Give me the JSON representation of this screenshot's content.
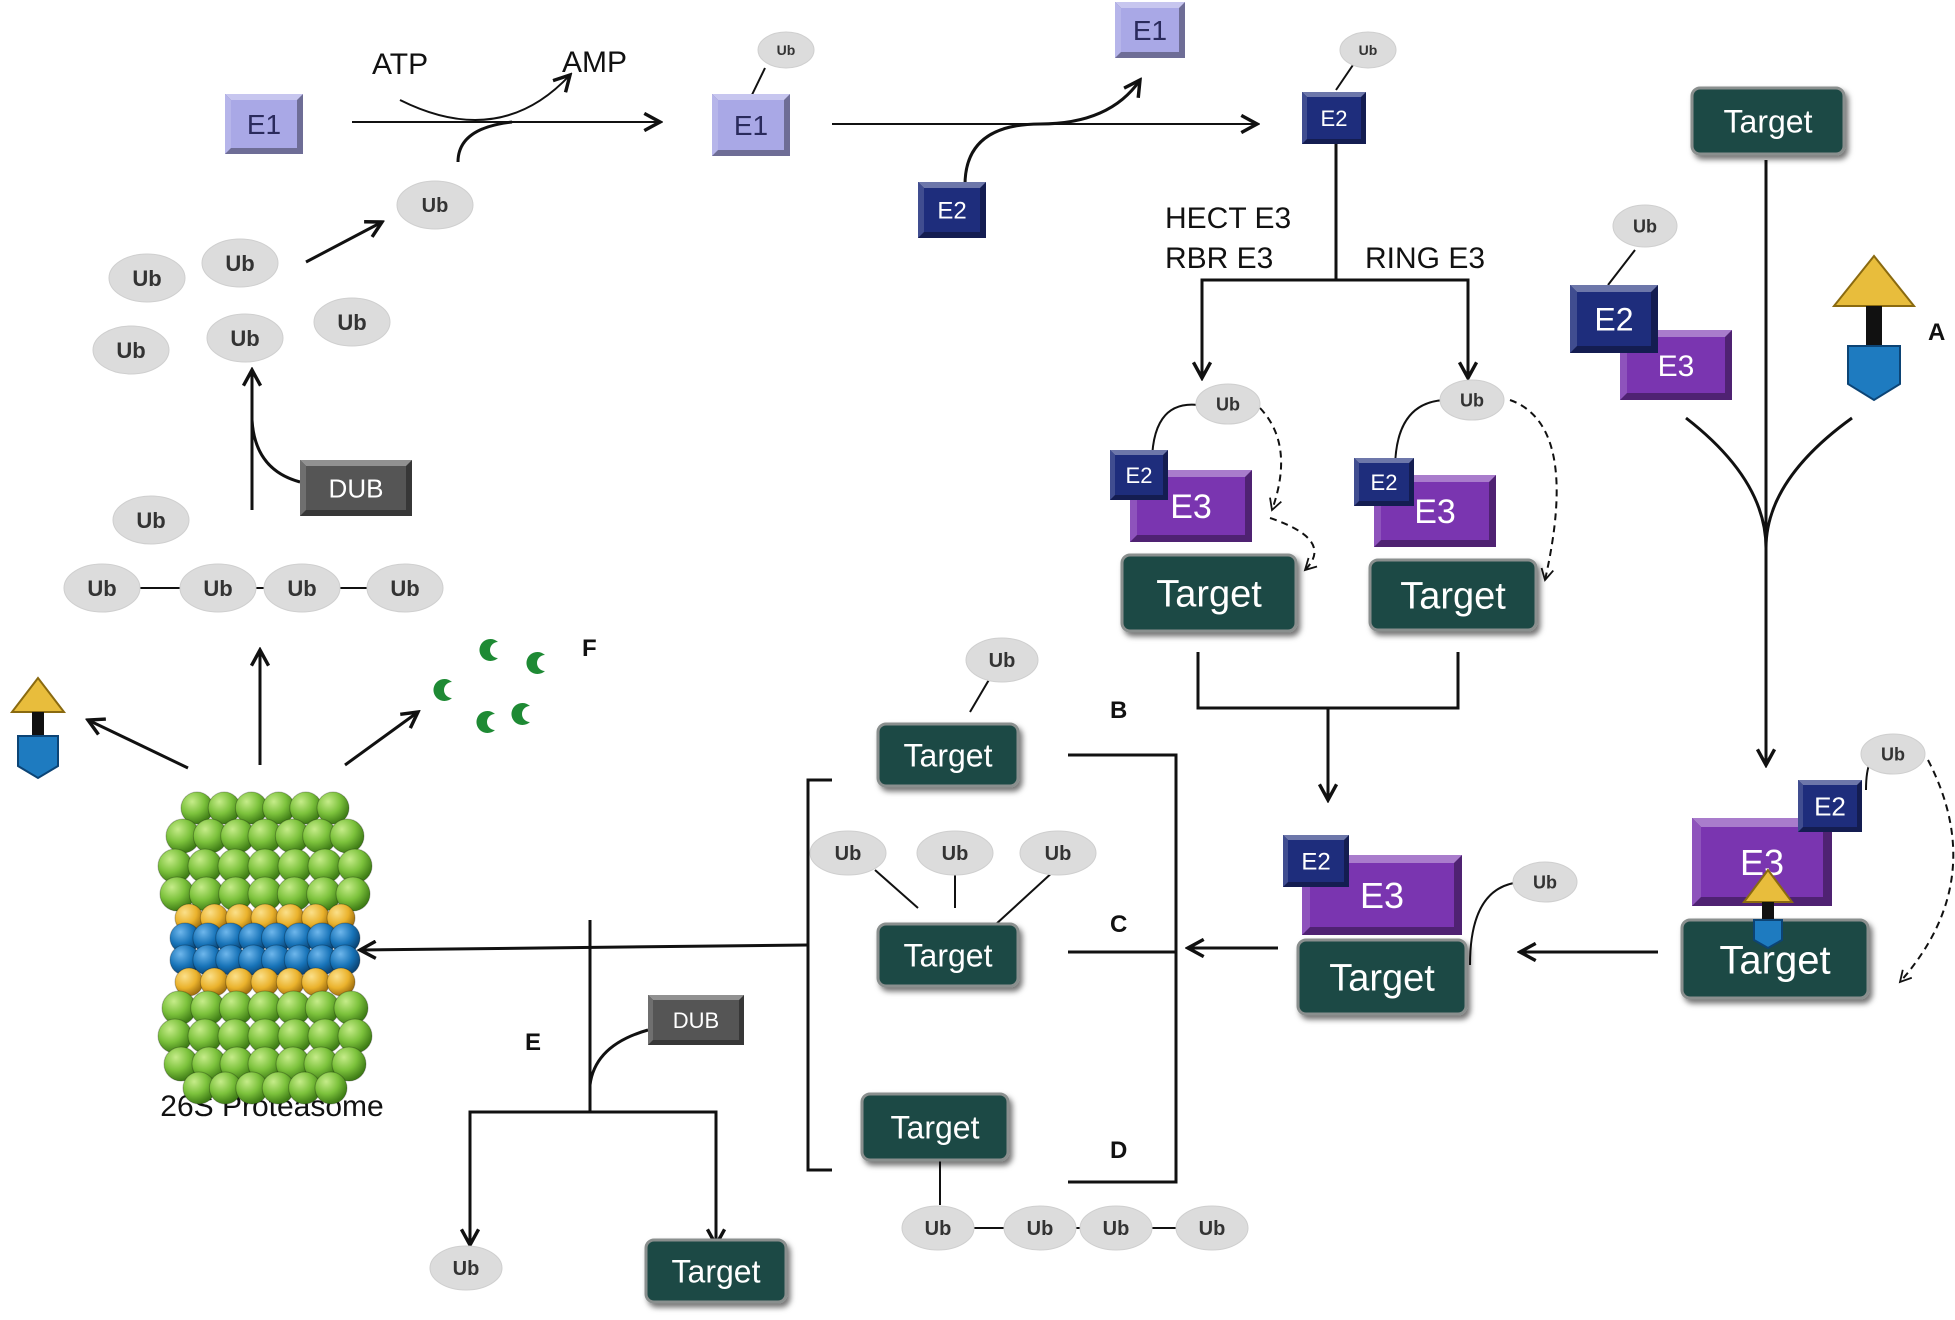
{
  "labels": {
    "atp": "ATP",
    "amp": "AMP",
    "hect_e3": "HECT E3",
    "rbr_e3": "RBR E3",
    "ring_e3": "RING E3",
    "proteasome": "26S Proteasome",
    "a": "A",
    "b": "B",
    "c": "C",
    "d": "D",
    "e": "E",
    "f": "F"
  },
  "enzymes": {
    "e1": "E1",
    "e2": "E2",
    "e3": "E3",
    "dub": "DUB",
    "ub": "Ub",
    "target": "Target"
  },
  "colors": {
    "e1": "#a9a8e6",
    "e2": "#1e2d7c",
    "e3": "#7a35b0",
    "target": "#1e4845",
    "dub": "#555555",
    "ub": "#dcdcdc",
    "proteasome_green": "#7cc23c",
    "proteasome_yellow": "#eab22c",
    "proteasome_blue": "#1773b8",
    "substrate_triangle": "#e8bd3c",
    "substrate_base": "#1e7bc0",
    "fragments": "#1e8a34"
  }
}
